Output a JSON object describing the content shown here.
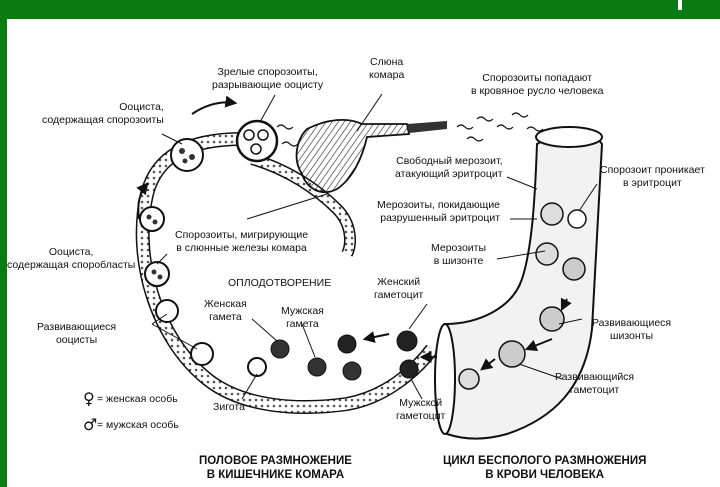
{
  "labels": {
    "mature_sporozoites": [
      "Зрелые спорозоиты,",
      "разрывающие ооцисту"
    ],
    "mosquito_saliva": [
      "Слюна",
      "комара"
    ],
    "sporozoites_blood": [
      "Спорозоиты попадают",
      "в кровяное русло человека"
    ],
    "oocyst_sporozoites": [
      "Ооциста,",
      "содержащая спорозоиты"
    ],
    "free_merozoite": [
      "Свободный мерозоит,",
      "атакующий эритроцит"
    ],
    "sporozoite_enters": [
      "Спорозоит проникает",
      "в эритроцит"
    ],
    "merozoites_leaving": [
      "Мерозоиты, покидающие",
      "разрушенный эритроцит"
    ],
    "sporozoites_migrating": [
      "Спорозоиты, мигрирующие",
      "в слюнные железы комара"
    ],
    "oocyst_sporoblasts": [
      "Ооциста,",
      "содержащая споробласты"
    ],
    "merozoites_schizont": [
      "Мерозоиты",
      "в шизонте"
    ],
    "fertilization": "ОПЛОДОТВОРЕНИЕ",
    "female_gametocyte": [
      "Женский",
      "гаметоцит"
    ],
    "female_gamete": [
      "Женская",
      "гамета"
    ],
    "male_gamete": [
      "Мужская",
      "гамета"
    ],
    "developing_oocysts": [
      "Развивающиеся",
      "ооцисты"
    ],
    "developing_schizonts": [
      "Развивающиеся",
      "шизонты"
    ],
    "developing_gametocyte": [
      "Развивающийся",
      "гаметоцит"
    ],
    "zygote": "Зигота",
    "male_gametocyte": [
      "Мужской",
      "гаметоцит"
    ]
  },
  "legend": {
    "female_symbol": "♀",
    "female_text": "= женская особь",
    "male_symbol": "♂",
    "male_text": "= мужская особь"
  },
  "captions": {
    "sexual": [
      "ПОЛОВОЕ РАЗМНОЖЕНИЕ",
      "В КИШЕЧНИКЕ КОМАРА"
    ],
    "asexual": [
      "ЦИКЛ БЕСПОЛОГО РАЗМНОЖЕНИЯ",
      "В КРОВИ ЧЕЛОВЕКА"
    ]
  }
}
